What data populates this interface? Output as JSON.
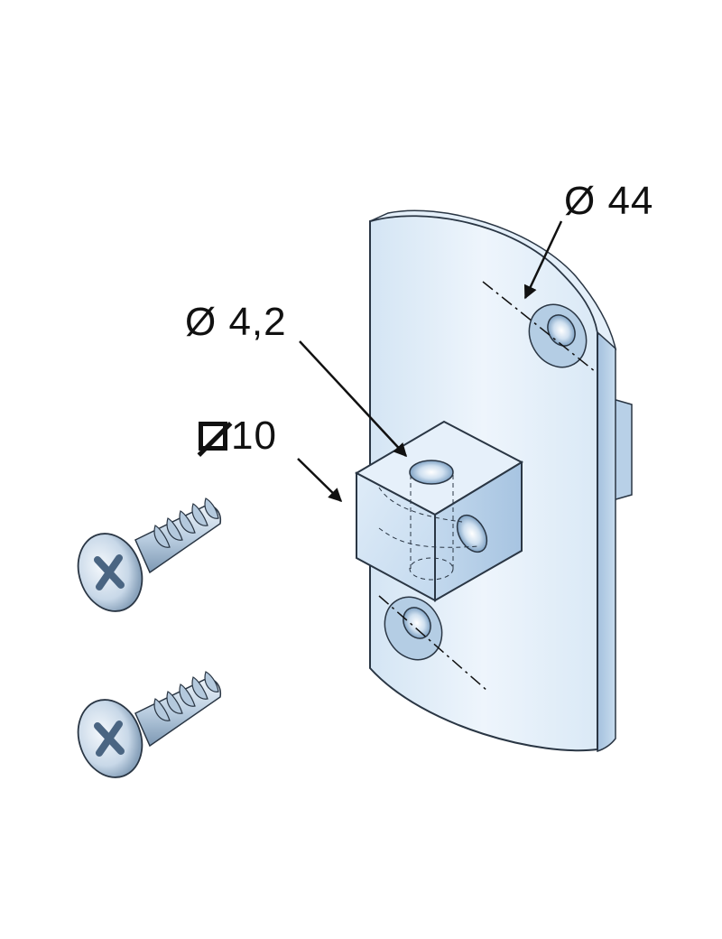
{
  "dimensions": {
    "plate_diameter": "Ø 44",
    "hole_diameter": "Ø 4,2",
    "block_square_value": "10"
  },
  "colors": {
    "metal_light": "#e8f2fb",
    "metal_mid": "#c6dcef",
    "metal_dark": "#8fb0cf",
    "outline": "#2a3644",
    "ink": "#111111"
  },
  "icons": [
    "square-size-icon",
    "diameter-icon",
    "arrow-icon"
  ]
}
